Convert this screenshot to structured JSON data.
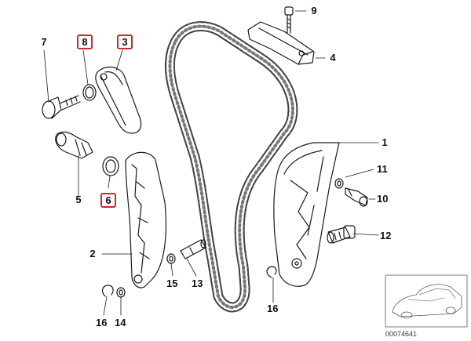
{
  "diagram": {
    "parts": [
      {
        "number": "1",
        "part": "chain-tensioner-rail",
        "highlighted": false
      },
      {
        "number": "2",
        "part": "chain-guide-rail",
        "highlighted": false
      },
      {
        "number": "3",
        "part": "slide-rail",
        "highlighted": true
      },
      {
        "number": "4",
        "part": "upper-guide-rail",
        "highlighted": false
      },
      {
        "number": "5",
        "part": "chain-tensioner",
        "highlighted": false
      },
      {
        "number": "6",
        "part": "seal-ring-large",
        "highlighted": true
      },
      {
        "number": "7",
        "part": "screw-plug",
        "highlighted": false
      },
      {
        "number": "8",
        "part": "seal-ring-small",
        "highlighted": true
      },
      {
        "number": "9",
        "part": "bolt-top",
        "highlighted": false
      },
      {
        "number": "10",
        "part": "bolt-right",
        "highlighted": false
      },
      {
        "number": "11",
        "part": "washer-right",
        "highlighted": false
      },
      {
        "number": "12",
        "part": "pivot-bolt-right",
        "highlighted": false
      },
      {
        "number": "13",
        "part": "guide-pin",
        "highlighted": false
      },
      {
        "number": "14",
        "part": "washer-bottom",
        "highlighted": false
      },
      {
        "number": "15",
        "part": "washer-mid",
        "highlighted": false
      },
      {
        "number": "16a",
        "label": "16",
        "part": "circlip-bottom-left",
        "highlighted": false
      },
      {
        "number": "16b",
        "label": "16",
        "part": "circlip-bottom-right",
        "highlighted": false
      }
    ],
    "footer_code": "00074641"
  },
  "colors": {
    "line": "#1a1a1a",
    "highlight_box": "#cc2a2a",
    "chain_fill": "#777777",
    "background": "#ffffff"
  }
}
